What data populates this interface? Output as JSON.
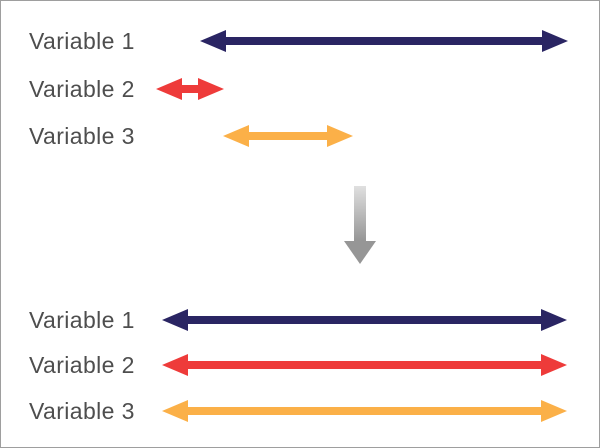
{
  "colors": {
    "variable1": "#2a2563",
    "variable2": "#ee3b3a",
    "variable3": "#fbb048",
    "label_text": "#4e4e4e",
    "frame_border": "#9e9e9e",
    "transform_arrow_top": "#e0e0e0",
    "transform_arrow_bottom": "#969696"
  },
  "before": {
    "rows": [
      {
        "label": "Variable 1"
      },
      {
        "label": "Variable 2"
      },
      {
        "label": "Variable 3"
      }
    ]
  },
  "after": {
    "rows": [
      {
        "label": "Variable 1"
      },
      {
        "label": "Variable 2"
      },
      {
        "label": "Variable 3"
      }
    ]
  }
}
